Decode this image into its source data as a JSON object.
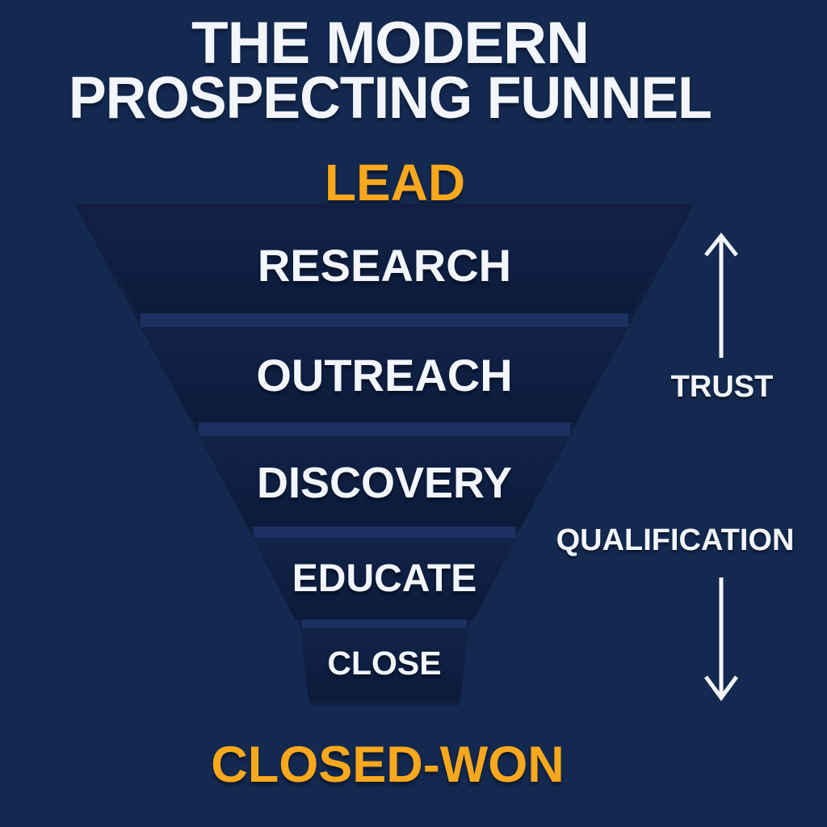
{
  "title": {
    "line1": "THE MODERN",
    "line2": "PROSPECTING FUNNEL"
  },
  "funnel": {
    "entry_label": "LEAD",
    "exit_label": "CLOSED-WON",
    "stages": [
      {
        "label": "RESEARCH"
      },
      {
        "label": "OUTREACH"
      },
      {
        "label": "DISCOVERY"
      },
      {
        "label": "EDUCATE"
      },
      {
        "label": "CLOSE"
      }
    ]
  },
  "annotations": {
    "trust": {
      "label": "TRUST",
      "icon": "arrow-up-icon"
    },
    "qualification": {
      "label": "QUALIFICATION",
      "icon": "arrow-down-icon"
    }
  },
  "colors": {
    "background": "#14294F",
    "funnel_silhouette": "#101F42",
    "segment_top": "#122348",
    "segment_bottom": "#0C1B3B",
    "gap_band": "#1C3161",
    "accent_orange": "#F8A81D",
    "text_white": "#F2F5FA"
  }
}
